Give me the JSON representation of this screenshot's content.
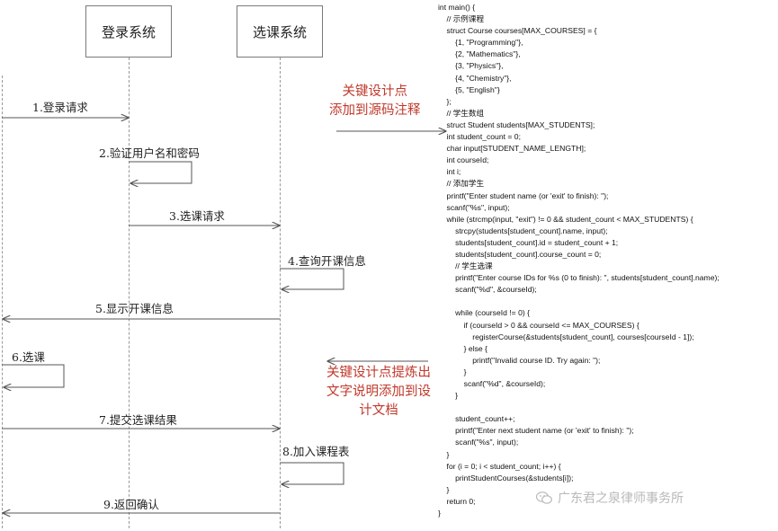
{
  "lifelines": {
    "login": "登录系统",
    "course": "选课系统"
  },
  "messages": [
    {
      "label": "1.登录请求"
    },
    {
      "label": "2.验证用户名和密码"
    },
    {
      "label": "3.选课请求"
    },
    {
      "label": "4.查询开课信息"
    },
    {
      "label": "5.显示开课信息"
    },
    {
      "label": "6.选课"
    },
    {
      "label": "7.提交选课结果"
    },
    {
      "label": "8.加入课程表"
    },
    {
      "label": "9.返回确认"
    }
  ],
  "notes": {
    "top": [
      "关键设计点",
      "添加到源码注释"
    ],
    "bottom": [
      "关键设计点提炼出",
      "文字说明添加到设",
      "计文档"
    ]
  },
  "colors": {
    "note": "#c0392b",
    "line": "#555555",
    "watermark": "#b9b9b9"
  },
  "code_lines": [
    "int main() {",
    "    // 示例课程",
    "    struct Course courses[MAX_COURSES] = {",
    "        {1, \"Programming\"},",
    "        {2, \"Mathematics\"},",
    "        {3, \"Physics\"},",
    "        {4, \"Chemistry\"},",
    "        {5, \"English\"}",
    "    };",
    "    // 学生数组",
    "    struct Student students[MAX_STUDENTS];",
    "    int student_count = 0;",
    "    char input[STUDENT_NAME_LENGTH];",
    "    int courseId;",
    "    int i;",
    "    // 添加学生",
    "    printf(\"Enter student name (or 'exit' to finish): \");",
    "    scanf(\"%s\", input);",
    "    while (strcmp(input, \"exit\") != 0 && student_count < MAX_STUDENTS) {",
    "        strcpy(students[student_count].name, input);",
    "        students[student_count].id = student_count + 1;",
    "        students[student_count].course_count = 0;",
    "        // 学生选课",
    "        printf(\"Enter course IDs for %s (0 to finish): \", students[student_count].name);",
    "        scanf(\"%d\", &courseId);",
    "",
    "        while (courseId != 0) {",
    "            if (courseId > 0 && courseId <= MAX_COURSES) {",
    "                registerCourse(&students[student_count], courses[courseId - 1]);",
    "            } else {",
    "                printf(\"Invalid course ID. Try again: \");",
    "            }",
    "            scanf(\"%d\", &courseId);",
    "        }",
    "",
    "        student_count++;",
    "        printf(\"Enter next student name (or 'exit' to finish): \");",
    "        scanf(\"%s\", input);",
    "    }",
    "    for (i = 0; i < student_count; i++) {",
    "        printStudentCourses(&students[i]);",
    "    }",
    "    return 0;",
    "}"
  ],
  "watermark": {
    "text": "广东君之泉律师事务所",
    "icon": "wechat-icon"
  }
}
